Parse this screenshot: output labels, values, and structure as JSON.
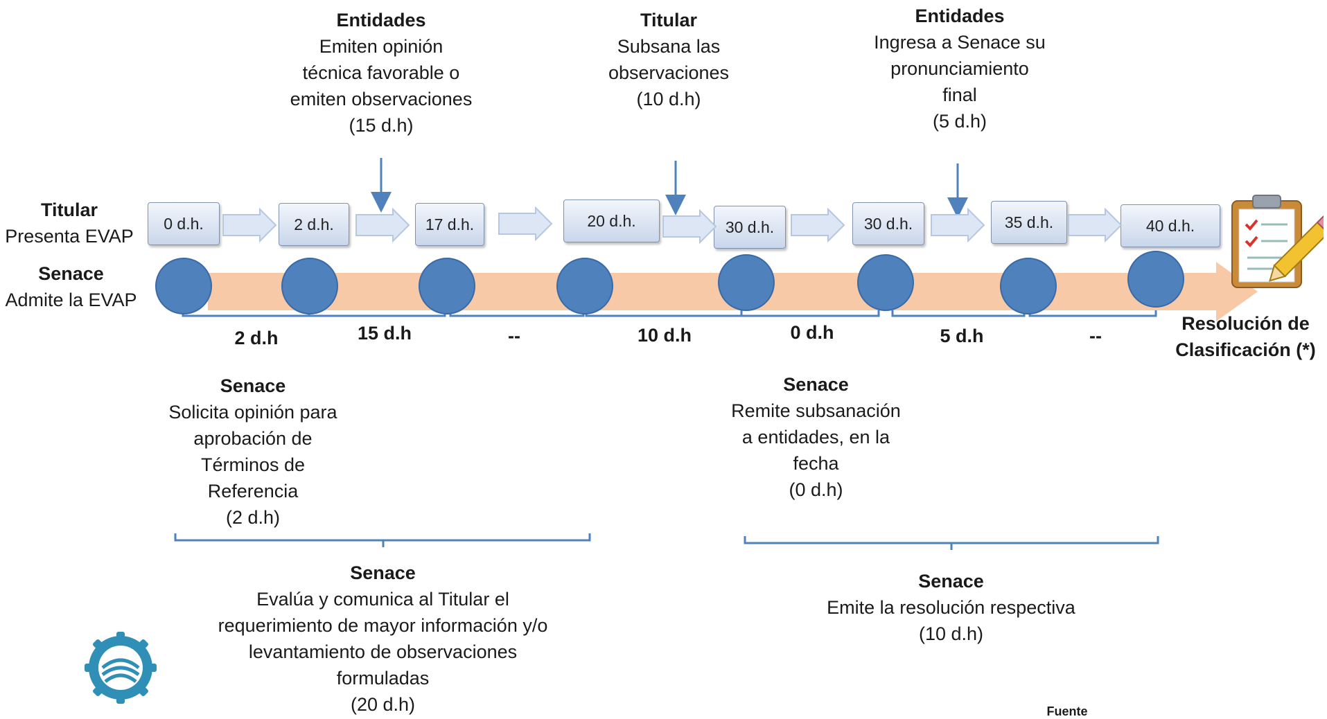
{
  "top_notes": [
    {
      "title": "Entidades",
      "lines": [
        "Emiten opinión",
        "técnica favorable o",
        "emiten observaciones",
        "(15 d.h)"
      ]
    },
    {
      "title": "Titular",
      "lines": [
        "Subsana las",
        "observaciones",
        "(10 d.h)"
      ]
    },
    {
      "title": "Entidades",
      "lines": [
        "Ingresa a Senace su",
        "pronunciamiento",
        "final",
        "(5 d.h)"
      ]
    }
  ],
  "left_labels": {
    "titular_title": "Titular",
    "titular_text": "Presenta EVAP",
    "senace_title": "Senace",
    "senace_text": "Admite la EVAP"
  },
  "milestones": [
    "0 d.h.",
    "2 d.h.",
    "17 d.h.",
    "20 d.h.",
    "30 d.h.",
    "30 d.h.",
    "35 d.h.",
    "40 d.h."
  ],
  "durations": [
    "2 d.h",
    "15 d.h",
    "--",
    "10 d.h",
    "0 d.h",
    "5 d.h",
    "--"
  ],
  "result": {
    "line1": "Resolución de",
    "line2": "Clasificación (*)"
  },
  "bottom_notes": [
    {
      "title": "Senace",
      "lines": [
        "Solicita opinión para",
        "aprobación de",
        "Términos de",
        "Referencia",
        "(2 d.h)"
      ]
    },
    {
      "title": "Senace",
      "lines": [
        "Remite subsanación",
        "a entidades, en la",
        "fecha",
        "(0 d.h)"
      ]
    }
  ],
  "bracket_notes": [
    {
      "title": "Senace",
      "lines": [
        "Evalúa y comunica al Titular el",
        "requerimiento de mayor información y/o",
        "levantamiento de observaciones",
        "formuladas",
        "(20 d.h)"
      ]
    },
    {
      "title": "Senace",
      "lines": [
        "Emite la resolución respectiva",
        "(10 d.h)"
      ]
    }
  ],
  "footer": {
    "source_label": "Fuente"
  },
  "colors": {
    "accent_blue": "#4f81bd",
    "band_orange": "#f8c9a6",
    "box_gradient_top": "#f2f6fc",
    "box_gradient_bottom": "#c9d6ea"
  }
}
